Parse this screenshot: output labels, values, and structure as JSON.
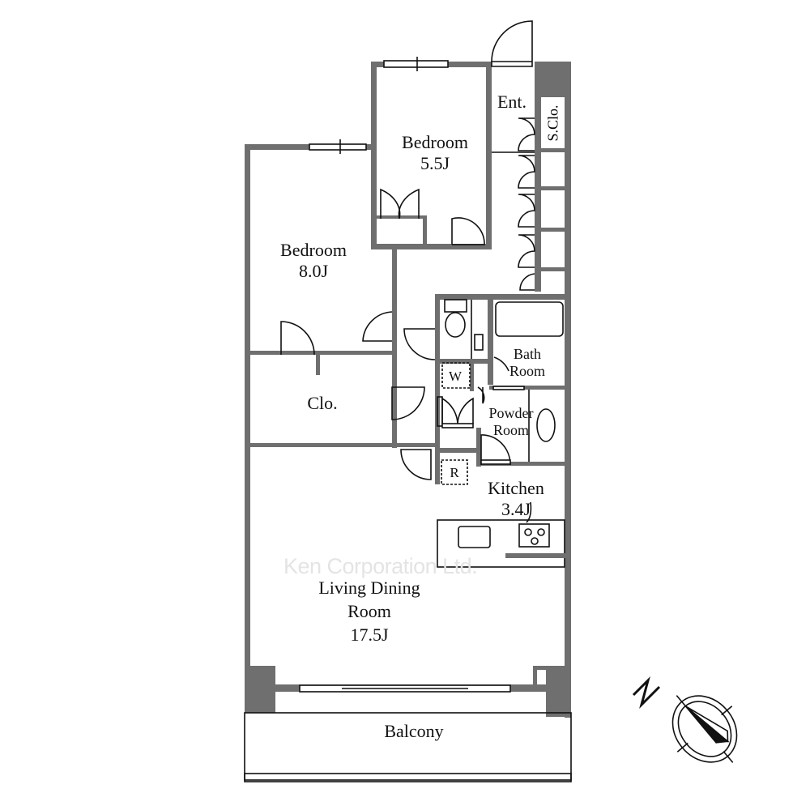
{
  "plan": {
    "watermark": "Ken Corporation Ltd.",
    "rooms": {
      "bedroom_small": {
        "name": "Bedroom",
        "size": "5.5J"
      },
      "bedroom_large": {
        "name": "Bedroom",
        "size": "8.0J"
      },
      "entrance": {
        "name": "Ent."
      },
      "shoe_closet": {
        "name": "S.Clo."
      },
      "closet": {
        "name": "Clo."
      },
      "bath": {
        "line1": "Bath",
        "line2": "Room"
      },
      "powder": {
        "line1": "Powder",
        "line2": "Room"
      },
      "kitchen": {
        "name": "Kitchen",
        "size": "3.4J"
      },
      "living": {
        "line1": "Living Dining",
        "line2": "Room",
        "size": "17.5J"
      },
      "balcony": {
        "name": "Balcony"
      }
    },
    "fixtures": {
      "washer": "W",
      "fridge": "R"
    },
    "compass": {
      "north_label": "N"
    },
    "colors": {
      "wall": "#6f6f6f",
      "line": "#111111",
      "watermark": "#e4e4e4"
    }
  }
}
